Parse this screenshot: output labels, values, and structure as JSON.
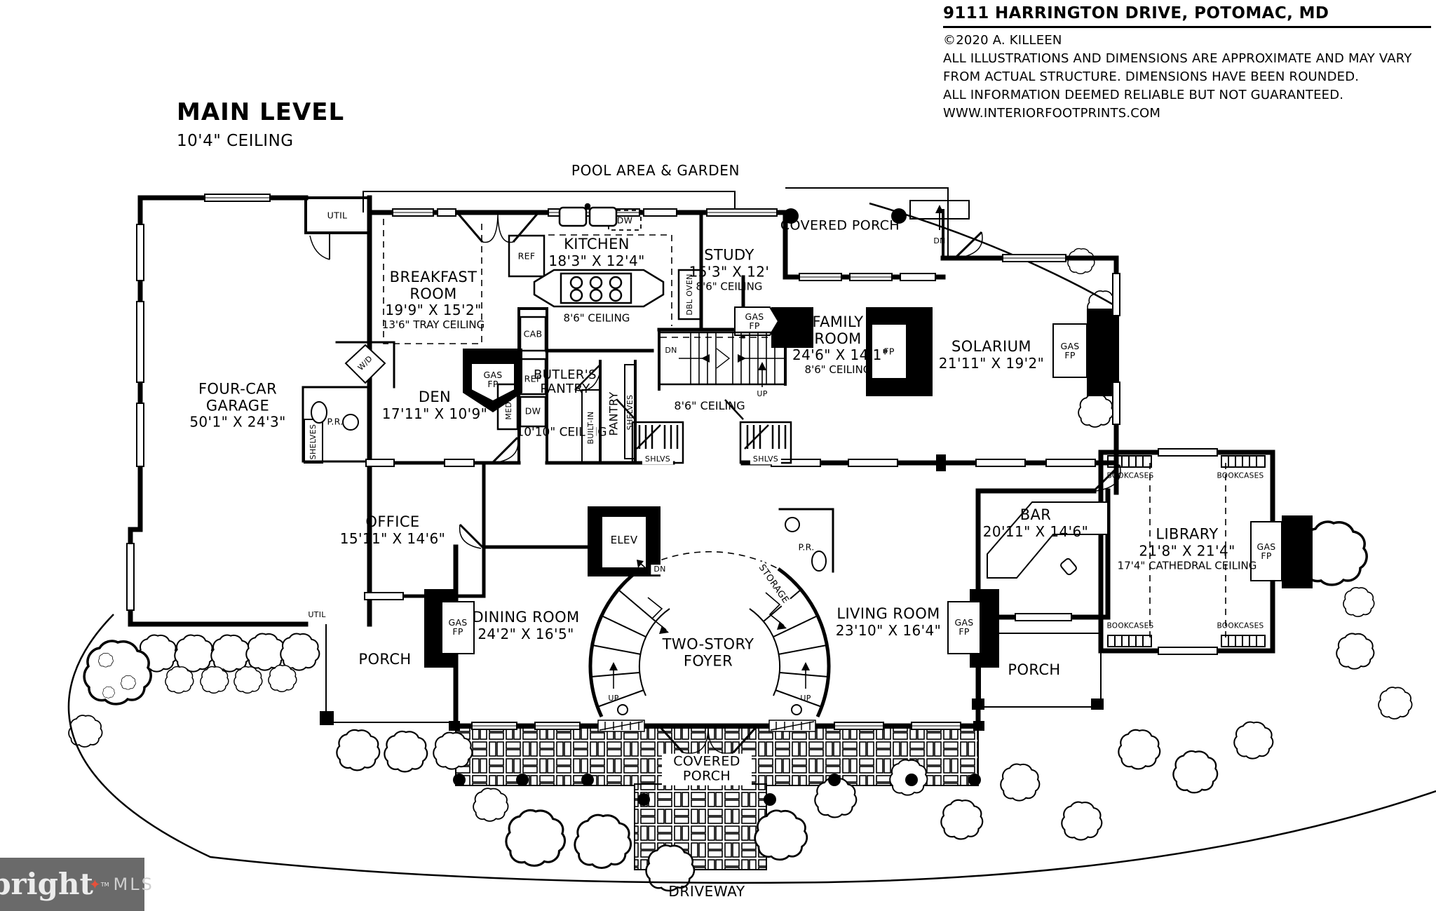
{
  "header": {
    "address": "9111 HARRINGTON DRIVE, POTOMAC, MD",
    "copyright": "©2020 A. KILLEEN",
    "disclaimer1": "ALL ILLUSTRATIONS AND DIMENSIONS ARE APPROXIMATE AND MAY VARY",
    "disclaimer2": "FROM ACTUAL STRUCTURE. DIMENSIONS HAVE BEEN ROUNDED.",
    "disclaimer3": "ALL INFORMATION DEEMED RELIABLE BUT NOT GUARANTEED.",
    "website": "WWW.INTERIORFOOTPRINTS.COM"
  },
  "title": {
    "level": "MAIN LEVEL",
    "ceiling": "10'4\" CEILING"
  },
  "site": {
    "pool": "POOL AREA & GARDEN",
    "driveway": "DRIVEWAY"
  },
  "rooms": [
    {
      "name": "BREAKFAST ROOM",
      "dims": "19'9\" X 15'2\"",
      "ceiling": "13'6\" TRAY CEILING"
    },
    {
      "name": "KITCHEN",
      "dims": "18'3\" X 12'4\"",
      "ceiling": "8'6\" CEILING"
    },
    {
      "name": "STUDY",
      "dims": "15'3\" X 12'",
      "ceiling": "8'6\" CEILING"
    },
    {
      "name": "FAMILY ROOM",
      "dims": "24'6\" X 14'1\"",
      "ceiling": "8'6\" CEILING"
    },
    {
      "name": "SOLARIUM",
      "dims": "21'11\" X 19'2\""
    },
    {
      "name": "FOUR-CAR GARAGE",
      "dims": "50'1\" X 24'3\""
    },
    {
      "name": "DEN",
      "dims": "17'11\" X 10'9\""
    },
    {
      "name": "BUTLER'S PANTRY",
      "ceiling": "10'10\" CEILING"
    },
    {
      "name": "OFFICE",
      "dims": "15'11\" X 14'6\""
    },
    {
      "name": "DINING ROOM",
      "dims": "24'2\" X 16'5\""
    },
    {
      "name": "TWO-STORY FOYER"
    },
    {
      "name": "LIVING ROOM",
      "dims": "23'10\" X 16'4\""
    },
    {
      "name": "BAR",
      "dims": "20'11\" X 14'6\""
    },
    {
      "name": "LIBRARY",
      "dims": "21'8\" X 21'4\"",
      "ceiling": "17'4\" CATHEDRAL CEILING"
    },
    {
      "name": "PORCH"
    },
    {
      "name": "PORCH"
    },
    {
      "name": "COVERED PORCH"
    },
    {
      "name": "COVERED PORCH"
    },
    {
      "ceiling": "8'6\" CEILING"
    }
  ],
  "fixtures": {
    "util": "UTIL",
    "ref": "REF",
    "cab": "CAB",
    "dw": "DW",
    "dbl_oven": "DBL OVEN",
    "gas_fp": "GAS FP",
    "fp": "FP",
    "media": "MEDIA",
    "built_in": "BUILT-IN",
    "pantry": "PANTRY",
    "shelves": "SHELVES",
    "shlvs": "SHLVS",
    "pr": "P.R.",
    "wd": "W/D",
    "elev": "ELEV",
    "storage": "STORAGE",
    "up": "UP",
    "dn": "DN",
    "bookcases": "BOOKCASES"
  },
  "logo": {
    "brand": "bright",
    "star_icon": "✦",
    "tm": "TM",
    "suffix": "MLS"
  },
  "colors": {
    "ink": "#000000",
    "paper": "#ffffff",
    "logo_bg": "#6a6a6a",
    "logo_star": "#e8503a"
  }
}
